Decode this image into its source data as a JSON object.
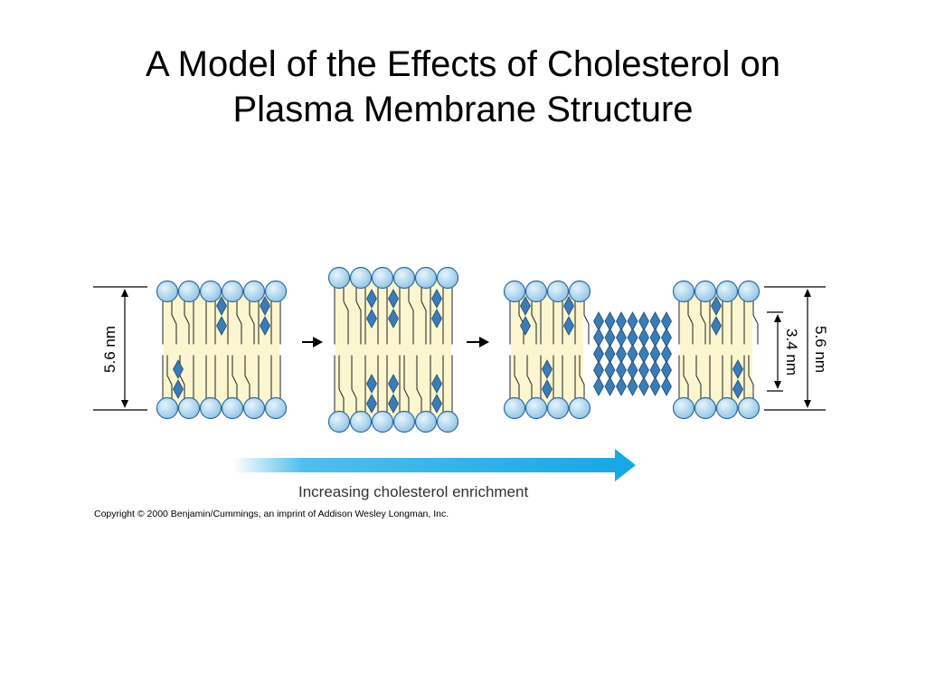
{
  "slide": {
    "title_line1": "A Model of the Effects of Cholesterol on",
    "title_line2": "Plasma Membrane Structure"
  },
  "figure": {
    "left_thickness_label": "5.6 nm",
    "right_thickness_label": "5.6 nm",
    "raft_thickness_label": "3.4 nm",
    "gradient_caption": "Increasing cholesterol enrichment",
    "copyright": "Copyright © 2000 Benjamin/Cummings, an imprint of Addison Wesley Longman, Inc."
  },
  "colors": {
    "headgroup": "#a9d3ef",
    "headgroup_stroke": "#2f6b9a",
    "bilayer_fill": "#fbf6cf",
    "cholesterol": "#3b7cb7",
    "arrow_gradient": "#18a8e6",
    "tail": "#333333"
  }
}
